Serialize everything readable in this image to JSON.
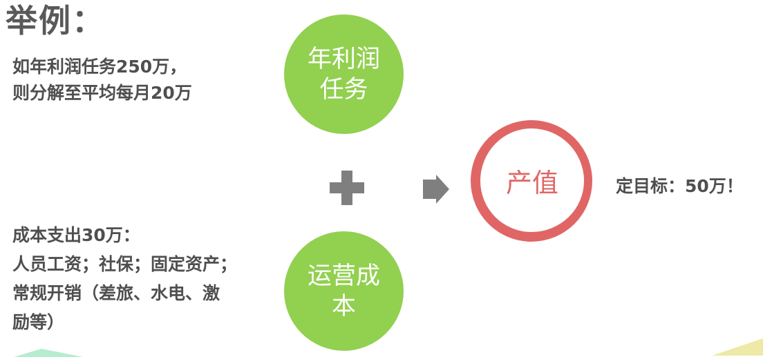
{
  "title": "举例：",
  "example": {
    "lines": [
      "如年利润任务250万，",
      "则分解至平均每月20万"
    ]
  },
  "cost": {
    "lines": [
      "成本支出30万：",
      "人员工资；社保；固定资产；",
      "常规开销（差旅、水电、激",
      "励等）"
    ]
  },
  "circles": {
    "profit": {
      "lines": [
        "年利润",
        "任务"
      ],
      "color": "#92d050"
    },
    "operating_cost": {
      "lines": [
        "运营成",
        "本"
      ],
      "color": "#92d050"
    },
    "output": {
      "label": "产值",
      "color": "#e06666"
    }
  },
  "operators": {
    "plus": "plus-icon",
    "arrow": "arrow-right-icon",
    "color": "#7f7f7f"
  },
  "target": {
    "text": "定目标：50万！"
  }
}
